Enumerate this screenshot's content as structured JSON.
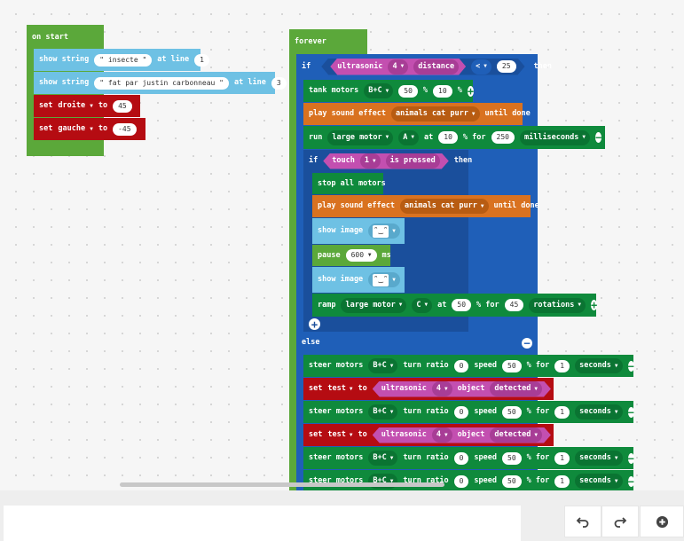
{
  "on_start": {
    "hat": "on start",
    "show1": {
      "cmd": "show string",
      "text": "\" insecte \"",
      "at": "at line",
      "line": "1"
    },
    "show2": {
      "cmd": "show string",
      "text": "\" fat par justin carbonneau \"",
      "at": "at line",
      "line": "3"
    },
    "set1": {
      "set": "set",
      "var": "droite",
      "to": "to",
      "val": "45"
    },
    "set2": {
      "set": "set",
      "var": "gauche",
      "to": "to",
      "val": "-45"
    }
  },
  "forever": {
    "hat": "forever",
    "if1": {
      "if": "if",
      "sensor": "ultrasonic",
      "port": "4",
      "field": "distance",
      "op": "<",
      "val": "25",
      "then": "then"
    },
    "tank": {
      "cmd": "tank motors",
      "motors": "B+C",
      "a": "50",
      "pct": "%",
      "b": "10",
      "pct2": "%"
    },
    "sound1": {
      "cmd": "play sound effect",
      "sound": "animals cat purr",
      "until": "until done"
    },
    "run": {
      "cmd": "run",
      "motor": "large motor",
      "port": "A",
      "at": "at",
      "speed": "10",
      "for": "% for",
      "dur": "250",
      "unit": "milliseconds"
    },
    "if2": {
      "if": "if",
      "sensor": "touch",
      "port": "1",
      "state": "is pressed",
      "then": "then"
    },
    "stop": {
      "cmd": "stop all motors"
    },
    "sound2": {
      "cmd": "play sound effect",
      "sound": "animals cat purr",
      "until": "until done"
    },
    "img1": {
      "cmd": "show image"
    },
    "pause": {
      "cmd": "pause",
      "val": "600",
      "unit": "ms"
    },
    "img2": {
      "cmd": "show image"
    },
    "ramp": {
      "cmd": "ramp",
      "motor": "large motor",
      "port": "C",
      "at": "at",
      "speed": "50",
      "for": "% for",
      "amount": "45",
      "unit": "rotations"
    },
    "else": "else",
    "steer": {
      "cmd": "steer motors",
      "motors": "B+C",
      "turn": "turn ratio",
      "ratio": "0",
      "speed_lbl": "speed",
      "speed": "50",
      "for": "% for",
      "dur": "1",
      "unit": "seconds"
    },
    "setvar": {
      "set": "set",
      "var": "test",
      "to": "to",
      "sensor": "ultrasonic",
      "port": "4",
      "obj": "object",
      "state": "detected"
    }
  },
  "toolbar": {
    "undo": "undo-icon",
    "redo": "redo-icon",
    "zoom": "zoom-in-icon"
  },
  "colors": {
    "loops": "#5ba83a",
    "display": "#6ec1e4",
    "variables": "#b50c12",
    "logic": "#1f5fb8",
    "motors": "#0f8a3c",
    "sound": "#d97220",
    "sensors": "#c34fb0"
  }
}
